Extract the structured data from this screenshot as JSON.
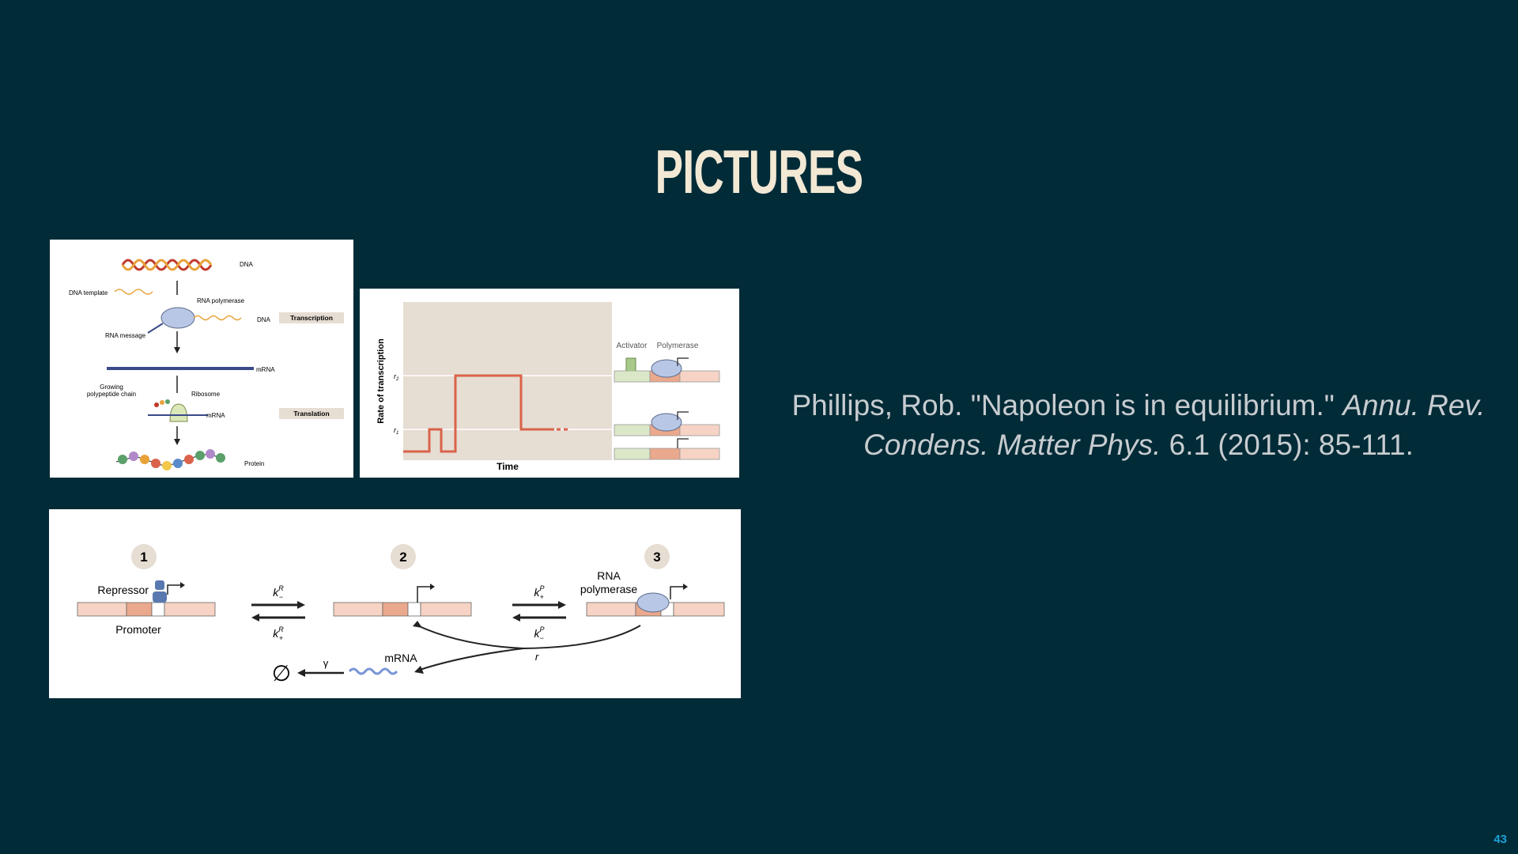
{
  "slide": {
    "title": "PICTURES",
    "page_number": "43",
    "citation": {
      "plain_1": "Phillips, Rob. \"Napoleon is in equilibrium.\" ",
      "italic_1": "Annu. Rev. Condens. Matter Phys.",
      "plain_2": " 6.1 (2015): 85-111."
    }
  },
  "central_dogma": {
    "dna": "DNA",
    "dna_template": "DNA template",
    "rna_polymerase": "RNA polymerase",
    "dna2": "DNA",
    "transcription": "Transcription",
    "rna_message": "RNA message",
    "mrna": "mRNA",
    "growing": "Growing",
    "polypeptide_chain": "polypeptide chain",
    "ribosome": "Ribosome",
    "mrna2": "mRNA",
    "translation": "Translation",
    "protein": "Protein"
  },
  "rate_plot": {
    "ylabel": "Rate of transcription",
    "xlabel": "Time",
    "r2": "r",
    "r2_sub": "2",
    "r1": "r",
    "r1_sub": "1",
    "activator": "Activator",
    "polymerase": "Polymerase",
    "colors": {
      "trace": "#d9634a",
      "plot_bg": "#e6ddd3"
    }
  },
  "kinetic_scheme": {
    "state_1": "1",
    "state_2": "2",
    "state_3": "3",
    "repressor": "Repressor",
    "promoter": "Promoter",
    "rna": "RNA",
    "polymerase": "polymerase",
    "k_minus_R": "k",
    "k_minus_R_sup": "R",
    "k_minus_R_sub": "−",
    "k_plus_R": "k",
    "k_plus_R_sup": "R",
    "k_plus_R_sub": "+",
    "k_plus_P": "k",
    "k_plus_P_sup": "P",
    "k_plus_P_sub": "+",
    "k_minus_P": "k",
    "k_minus_P_sup": "P",
    "k_minus_P_sub": "−",
    "mrna": "mRNA",
    "gamma": "γ",
    "r": "r",
    "empty_set": "∅"
  }
}
